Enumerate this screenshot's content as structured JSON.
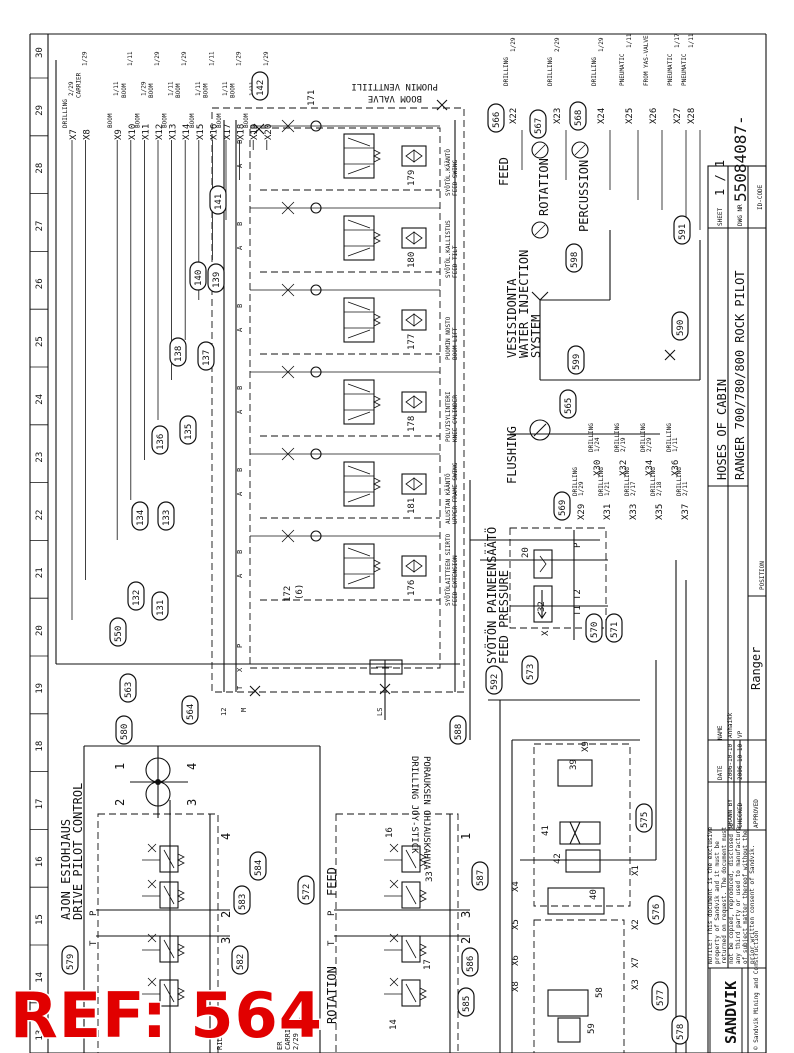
{
  "ref_label": "REF: 564",
  "column_numbers": [
    "13",
    "14",
    "15",
    "16",
    "17",
    "18",
    "19",
    "20",
    "21",
    "22",
    "23",
    "24",
    "25",
    "26",
    "27",
    "28",
    "29",
    "30"
  ],
  "titles": {
    "boom_valve_fi": "PUOMIN VENTTIILI",
    "boom_valve_en": "BOOM VALVE",
    "drive_pilot_fi": "AJON ESIOHJAUS",
    "drive_pilot_en": "DRIVE PILOT CONTROL",
    "joystick_fi": "PORAUKSEN OHJAUSKAHVA",
    "joystick_en": "DRILLING JOY-STICK",
    "feed_pressure_fi": "SYÖTÖN PAINEENSÄÄTÖ",
    "feed_pressure_en": "FEED PRESSURE",
    "flushing": "FLUSHING",
    "water_fi": "VESISIDONTA",
    "water_en1": "WATER INJECTION",
    "water_en2": "SYSTEM",
    "feed_gauge": "FEED",
    "rotation_gauge": "ROTATION",
    "percussion_gauge": "PERCUSSION",
    "rotation_label": "ROTATION",
    "feed_label": "FEED",
    "ranger_label": "Ranger",
    "position_label": "POSITION"
  },
  "valve_sections": [
    {
      "id": "176",
      "fi": "SYÖTÖLAITTEEN SIIRTO",
      "en": "FEED EXTENSION"
    },
    {
      "id": "181",
      "fi": "ALUSTAN KÄÄNTÖ",
      "en": "UPPER FRAME SWING"
    },
    {
      "id": "178",
      "fi": "POLVISYLINTERI",
      "en": "KNEE CYLINDER"
    },
    {
      "id": "177",
      "fi": "PUOMIN NOSTO",
      "en": "BOOM LIFT"
    },
    {
      "id": "180",
      "fi": "SYÖTÖL.KALLISTUS",
      "en": "FEED TILT"
    },
    {
      "id": "179",
      "fi": "SYÖTÖL.KÄÄNTÖ",
      "en": "FEED SWING"
    }
  ],
  "valve_extra_labels": {
    "v172": "172",
    "v172_sub": "(6)",
    "v171": "171",
    "v12": "12",
    "ls": "LS",
    "m": "M"
  },
  "port_letters": {
    "a": "A",
    "b": "B",
    "p": "P",
    "t": "T",
    "x": "X"
  },
  "top_connectors": [
    {
      "id": "X7",
      "desc": "DRILLING",
      "ref": "2/29"
    },
    {
      "id": "X8",
      "desc": "CARRIER",
      "ref": "1/29"
    },
    {
      "id": "X9",
      "desc": "BOOM",
      "ref": "1/11"
    },
    {
      "id": "X10",
      "desc": "BOOM",
      "ref": "1/11"
    },
    {
      "id": "X11",
      "desc": "BOOM",
      "ref": "1/29"
    },
    {
      "id": "X12",
      "desc": "BOOM",
      "ref": "1/29"
    },
    {
      "id": "X13",
      "desc": "BOOM",
      "ref": "1/11"
    },
    {
      "id": "X14",
      "desc": "BOOM",
      "ref": "1/29"
    },
    {
      "id": "X15",
      "desc": "BOOM",
      "ref": "1/11"
    },
    {
      "id": "X16",
      "desc": "BOOM",
      "ref": "1/11"
    },
    {
      "id": "X17",
      "desc": "BOOM",
      "ref": "1/11"
    },
    {
      "id": "X18",
      "desc": "BOOM",
      "ref": "1/29"
    },
    {
      "id": "X19",
      "desc": "BOOM",
      "ref": "1/11"
    },
    {
      "id": "X20",
      "desc": "BOOM",
      "ref": "1/29"
    }
  ],
  "right_connectors": [
    {
      "id": "X22",
      "desc": "DRILLING",
      "ref": "1/29"
    },
    {
      "id": "X23",
      "desc": "DRILLING",
      "ref": "2/29"
    },
    {
      "id": "X24",
      "desc": "DRILLING",
      "ref": "1/29"
    },
    {
      "id": "X25",
      "desc": "PNEUMATIC",
      "ref": "1/11"
    },
    {
      "id": "X26",
      "desc": "FROM YAS-VALVE",
      "ref": ""
    },
    {
      "id": "X27",
      "desc": "PNEUMATIC",
      "ref": "1/17"
    },
    {
      "id": "X28",
      "desc": "PNEUMATIC",
      "ref": "1/11"
    }
  ],
  "drilling_connectors": [
    {
      "id": "X29",
      "desc": "DRILLING",
      "ref": "1/29"
    },
    {
      "id": "X30",
      "desc": "DRILLING",
      "ref": "1/24"
    },
    {
      "id": "X31",
      "desc": "DRILLING",
      "ref": "1/21"
    },
    {
      "id": "X32",
      "desc": "DRILLING",
      "ref": "2/19"
    },
    {
      "id": "X33",
      "desc": "DRILLING",
      "ref": "2/17"
    },
    {
      "id": "X34",
      "desc": "DRILLING",
      "ref": "2/29"
    },
    {
      "id": "X35",
      "desc": "DRILLING",
      "ref": "2/18"
    },
    {
      "id": "X36",
      "desc": "DRILLING",
      "ref": "1/11"
    },
    {
      "id": "X37",
      "desc": "DRILLING",
      "ref": "2/11"
    }
  ],
  "bottom_connectors": [
    "X1",
    "X2",
    "X3",
    "X4",
    "X5",
    "X6",
    "X7",
    "X8",
    "X9"
  ],
  "hose_bubbles": [
    "131",
    "132",
    "133",
    "134",
    "135",
    "136",
    "137",
    "138",
    "139",
    "140",
    "141",
    "142",
    "550",
    "563",
    "564",
    "565",
    "566",
    "567",
    "568",
    "569",
    "570",
    "571",
    "572",
    "573",
    "575",
    "576",
    "577",
    "578",
    "579",
    "580",
    "582",
    "583",
    "584",
    "585",
    "586",
    "587",
    "588",
    "590",
    "591",
    "592",
    "598",
    "599"
  ],
  "component_labels": [
    "20",
    "32",
    "39",
    "40",
    "41",
    "42",
    "58",
    "59",
    "14",
    "16",
    "17",
    "33"
  ],
  "feed_valve_ports": {
    "p": "P",
    "t1": "T1",
    "t2": "T2",
    "x": "X"
  },
  "pilot_numbers": [
    "1",
    "2",
    "3",
    "4"
  ],
  "title_block": {
    "sheet_label": "SHEET",
    "sheet_value": "1 / 1",
    "dwg_label": "DWG NR",
    "dwg_value": "55084087-",
    "id_label": "ID-CODE",
    "title1": "HOSES OF CABIN",
    "title2": "RANGER 700/780/800 ROCK PILOT",
    "date_head": "DATE",
    "name_head": "NAME",
    "drawn_label": "DRAWN BY",
    "drawn_date": "2006-10-10",
    "drawn_name": "Anhaikk",
    "checked_label": "CHECKED",
    "checked_date": "2006-10-10",
    "checked_name": "VP",
    "approved_label": "APPROVED",
    "company": "SANDVIK",
    "copyright": "© Sandvik Mining and Construction",
    "notice": "NOTICE! This document is the exclusive property of Sandvik and it must be returned on request. The document must not be copied, reproduced, disclosed to any third party or used to manufacture of subject matter thereof without the prior written consent of Sandvik."
  },
  "bottom_cut_labels": [
    "ER",
    "CARRIER",
    "2/29",
    "ILL",
    "RIL"
  ],
  "pilot_port_letters": {
    "p": "P",
    "t": "T"
  }
}
